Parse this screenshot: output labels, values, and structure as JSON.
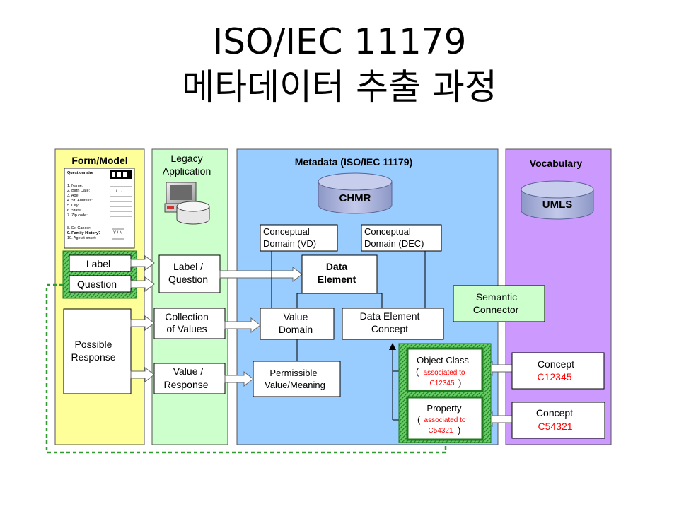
{
  "title": {
    "line1": "ISO/IEC 11179",
    "line2": "메타데이터 추출 과정"
  },
  "columns": {
    "form_model": "Form/Model",
    "legacy": [
      "Legacy",
      "Application"
    ],
    "metadata": "Metadata (ISO/IEC 11179)",
    "vocabulary": "Vocabulary"
  },
  "questionnaire": {
    "heading": "Questionnaire",
    "items": [
      "1.  Name:",
      "2.  Birth Date:",
      "3.  Age:",
      "4.  St. Address:",
      "5.  City:",
      "6.  State:",
      "7.  Zip code:",
      "8.  Dx Cancer:",
      "9.  Family History?",
      "10. Age at onset:"
    ],
    "date_blank": "__/__/__",
    "yn": "Y / N"
  },
  "form": {
    "label": "Label",
    "question": "Question",
    "possible_response": [
      "Possible",
      "Response"
    ]
  },
  "legacy_boxes": {
    "label_question": [
      "Label /",
      "Question"
    ],
    "collection": [
      "Collection",
      "of Values"
    ],
    "value_response": [
      "Value /",
      "Response"
    ]
  },
  "metadata": {
    "chmr": "CHMR",
    "cd_vd": [
      "Conceptual",
      "Domain (VD)"
    ],
    "cd_dec": [
      "Conceptual",
      "Domain (DEC)"
    ],
    "data_element": [
      "Data",
      "Element"
    ],
    "value_domain": [
      "Value",
      "Domain"
    ],
    "dec": [
      "Data Element",
      "Concept"
    ],
    "permissible": [
      "Permissible",
      "Value/Meaning"
    ],
    "object_class": {
      "title": "Object Class",
      "open": "(",
      "assoc": "associated to",
      "code": "C12345",
      "close": ")"
    },
    "property": {
      "title": "Property",
      "open": "(",
      "assoc": "associated to",
      "code": "C54321",
      "close": ")"
    }
  },
  "semantic_connector": [
    "Semantic",
    "Connector"
  ],
  "vocabulary": {
    "umls": "UMLS",
    "concept1": {
      "label": "Concept",
      "code": "C12345"
    },
    "concept2": {
      "label": "Concept",
      "code": "C54321"
    }
  },
  "colors": {
    "form_bg": "#ffff99",
    "legacy_bg": "#ccffcc",
    "metadata_bg": "#99ccff",
    "vocab_bg": "#cc99ff",
    "green_frame": "#339933",
    "code_red": "#ff0000",
    "cylinder": "#a6b0da",
    "connector_bg": "#ccffcc"
  }
}
